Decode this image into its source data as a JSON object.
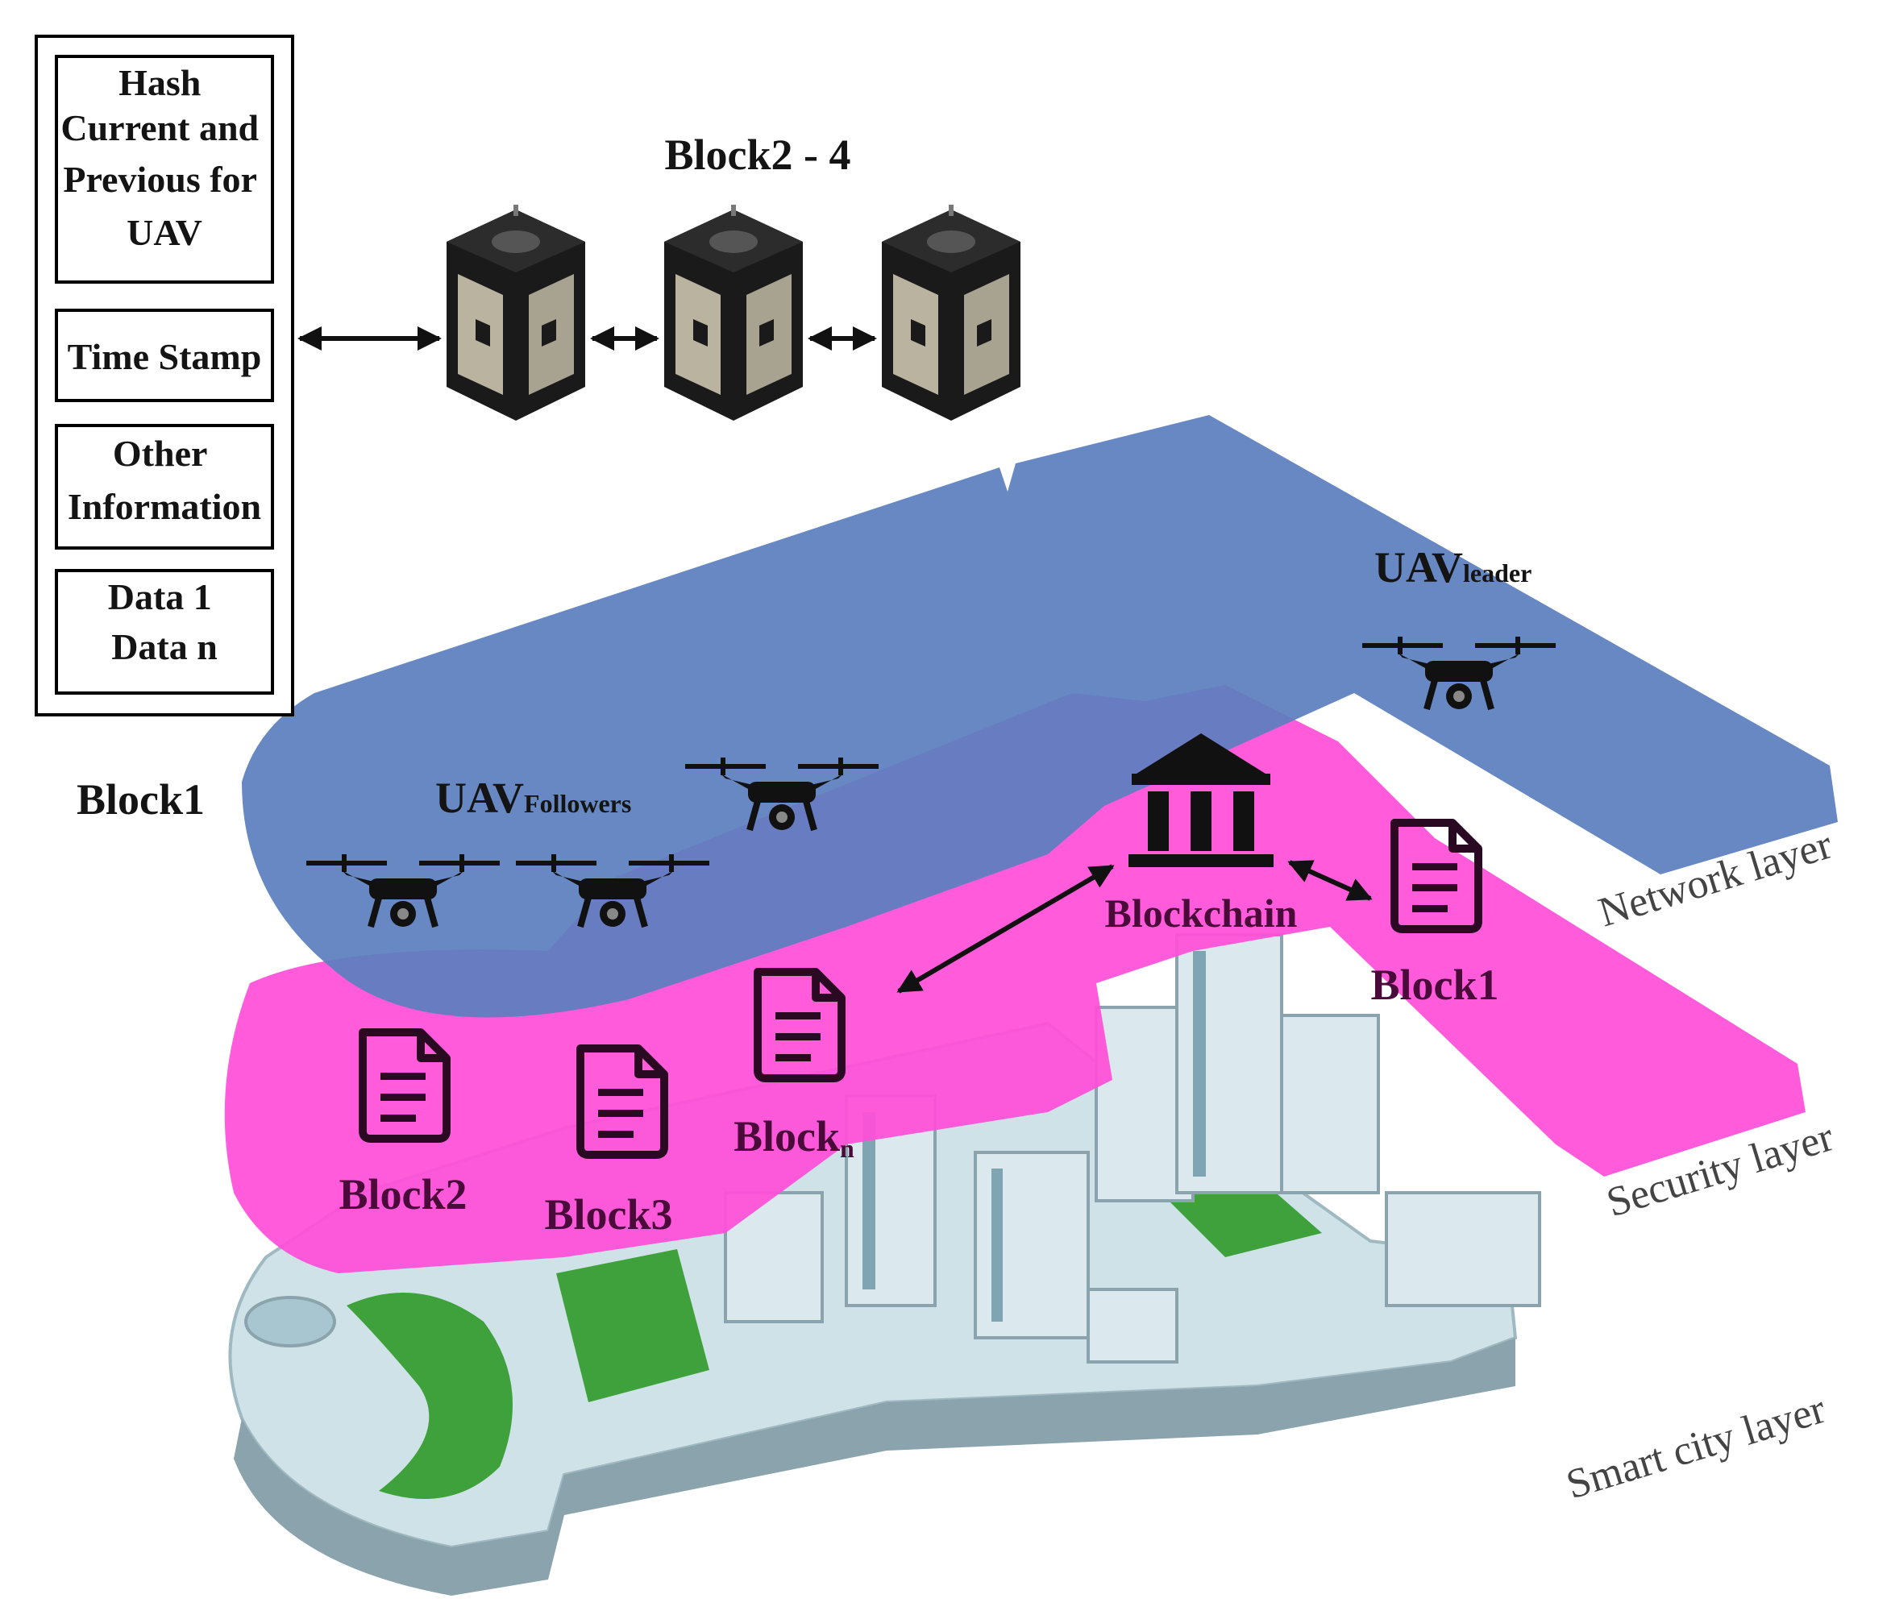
{
  "info_box": {
    "hash_lines": [
      "Hash",
      "Current and",
      "Previous for",
      "UAV"
    ],
    "timestamp": "Time Stamp",
    "other_lines": [
      "Other",
      "Information"
    ],
    "data_lines": [
      "Data 1",
      "Data n"
    ]
  },
  "labels": {
    "chain_title": "Block2 - 4",
    "block1_left": "Block1",
    "uav_followers_main": "UAV",
    "uav_followers_sub": "Followers",
    "uav_leader_main": "UAV",
    "uav_leader_sub": "leader",
    "blockchain": "Blockchain",
    "block1_right": "Block1",
    "block2": "Block2",
    "block3": "Block3",
    "blockn_main": "Block",
    "blockn_sub": "n"
  },
  "layers": {
    "network": "Network layer",
    "security": "Security layer",
    "smart_city": "Smart city layer"
  },
  "colors": {
    "network_layer": "#5b7fbe",
    "security_layer": "#ff4fd8",
    "icon_dark": "#2a0a22",
    "city": "#c9dde3",
    "green": "#3ea13c"
  },
  "icons": {
    "uav": "drone-icon",
    "blockchain": "bank-icon",
    "block": "document-icon",
    "chain_block": "server-block-icon"
  }
}
